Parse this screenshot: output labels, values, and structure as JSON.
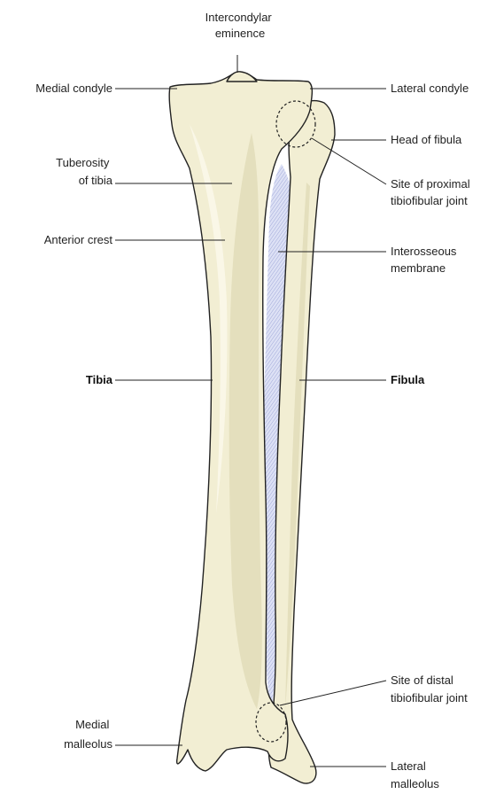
{
  "colors": {
    "bone_fill": "#f2eed3",
    "bone_shade": "#d9d3ac",
    "membrane_fill": "#dde1f5",
    "membrane_hatch": "#9aa3d6",
    "outline": "#222222"
  },
  "labels": {
    "intercondylar": [
      "Intercondylar",
      "eminence"
    ],
    "medial_condyle": "Medial condyle",
    "lateral_condyle": "Lateral condyle",
    "head_of_fibula": "Head of fibula",
    "tuberosity": [
      "Tuberosity",
      "of tibia"
    ],
    "site_proximal": [
      "Site of proximal",
      "tibiofibular joint"
    ],
    "interosseous": [
      "Interosseous",
      "membrane"
    ],
    "anterior_crest": "Anterior crest",
    "tibia": "Tibia",
    "fibula": "Fibula",
    "site_distal": [
      "Site of distal",
      "tibiofibular joint"
    ],
    "medial_malleolus": [
      "Medial",
      "malleolus"
    ],
    "lateral_malleolus": [
      "Lateral",
      "malleolus"
    ]
  }
}
